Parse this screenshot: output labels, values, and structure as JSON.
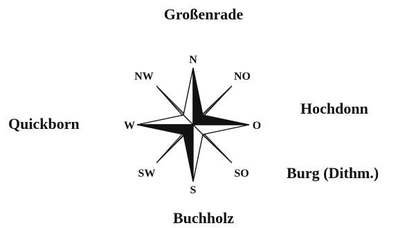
{
  "places": {
    "north": "Großenrade",
    "south": "Buchholz",
    "west": "Quickborn",
    "east": "Hochdonn",
    "southeast": "Burg (Dithm.)"
  },
  "compass": {
    "n": "N",
    "s": "S",
    "w": "W",
    "o": "O",
    "nw": "NW",
    "no": "NO",
    "sw": "SW",
    "so": "SO"
  }
}
